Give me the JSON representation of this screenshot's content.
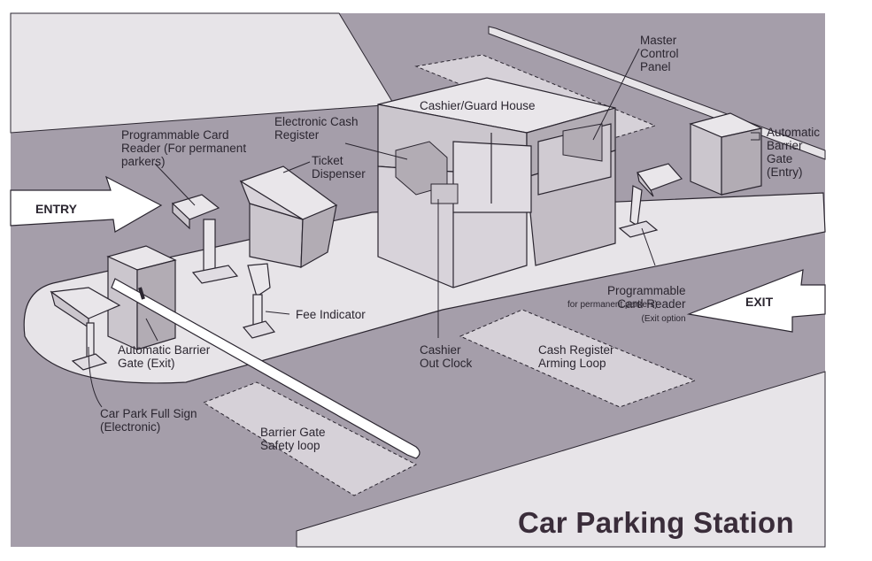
{
  "title": "Car Parking Station",
  "arrows": {
    "entry": "ENTRY",
    "exit": "EXIT"
  },
  "labels": {
    "master_control_panel": "Master\nControl\nPanel",
    "cashier_guard_house": "Cashier/Guard House",
    "electronic_cash_register": "Electronic Cash\nRegister",
    "prog_card_reader_entry": "Programmable Card\nReader (For permanent\nparkers)",
    "ticket_dispenser": "Ticket\nDispenser",
    "auto_barrier_entry": "Automatic\nBarrier\nGate\n(Entry)",
    "prog_card_reader_exit_main": "Programmable\nCard Reader",
    "prog_card_reader_exit_sub1": "(Exit option",
    "prog_card_reader_exit_sub2": "for permanent parkers)",
    "fee_indicator": "Fee Indicator",
    "auto_barrier_exit": "Automatic Barrier\nGate (Exit)",
    "cashier_out_clock": "Cashier\nOut Clock",
    "cash_register_loop": "Cash Register\nArming Loop",
    "car_park_full_sign": "Car Park Full Sign\n(Electronic)",
    "barrier_safety_loop": "Barrier Gate\nSafety loop"
  },
  "colors": {
    "ground": "#a59eaa",
    "island": "#e7e4e8",
    "loop": "#d6d1d8",
    "ink": "#2b2630",
    "building_light": "#e9e6ea",
    "building_mid": "#cbc6cd",
    "building_dark": "#b2acb4"
  }
}
